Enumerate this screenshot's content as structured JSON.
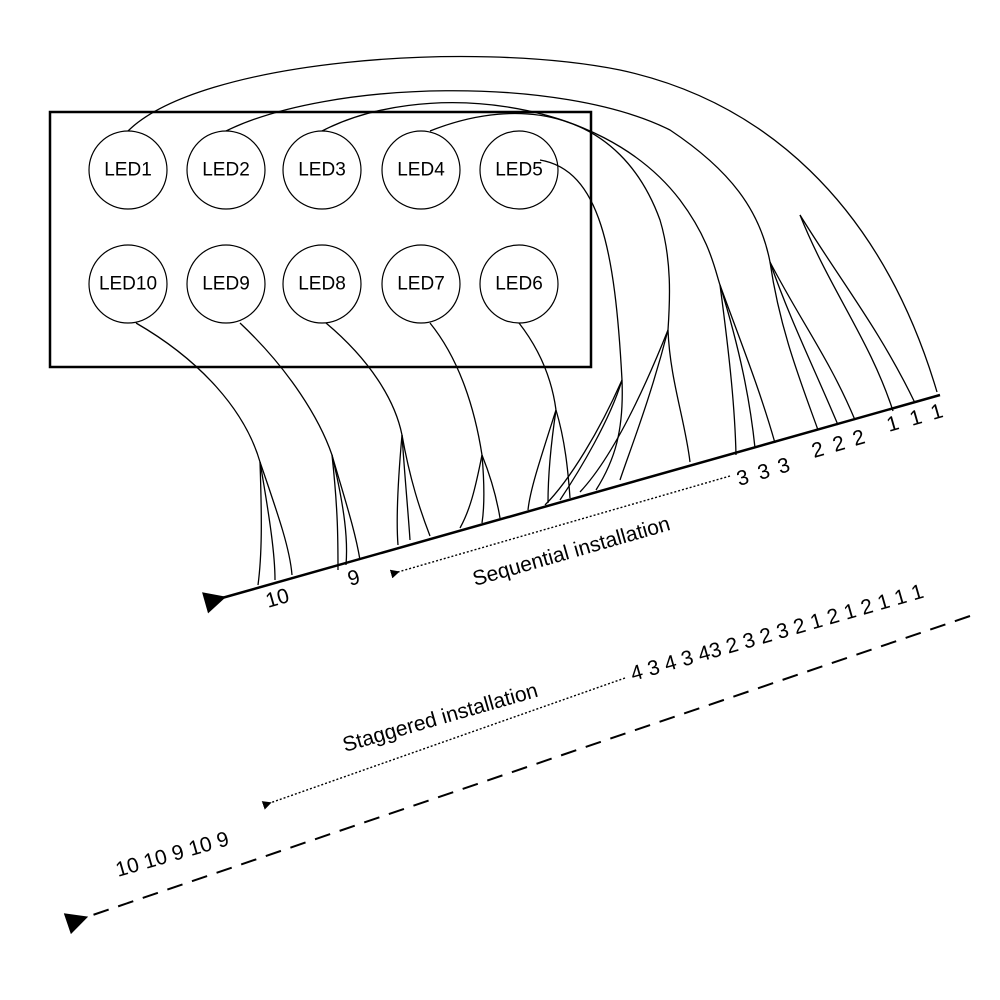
{
  "leds_top": [
    "LED1",
    "LED2",
    "LED3",
    "LED4",
    "LED5"
  ],
  "leds_bottom": [
    "LED10",
    "LED9",
    "LED8",
    "LED7",
    "LED6"
  ],
  "sequential": {
    "label": "Sequential installation",
    "markers": [
      "1",
      "1",
      "1",
      "2",
      "2",
      "2",
      "3",
      "3",
      "3",
      "9",
      "10"
    ]
  },
  "staggered": {
    "label": "Staggered installation",
    "sequence_right": "4 3 4 3 43 2 3 2 3 2 1 2 1 2 1  1  1",
    "sequence_left": "10 10 9 10 9"
  },
  "colors": {
    "line": "#000000",
    "background": "#ffffff"
  }
}
